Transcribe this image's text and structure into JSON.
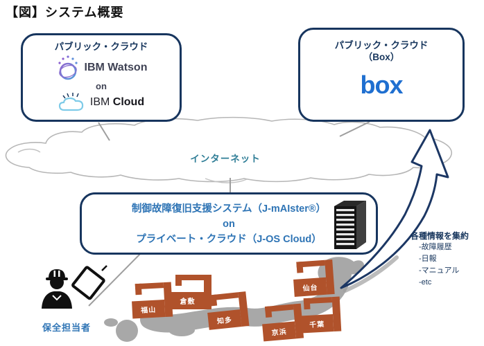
{
  "title": "【図】システム概要",
  "public_cloud_ibm": {
    "label": "パブリック・クラウド",
    "watson": "IBM Watson",
    "on": "on",
    "ibm": "IBM",
    "cloud": "Cloud"
  },
  "public_cloud_box": {
    "label": "パブリック・クラウド",
    "sublabel": "（Box）",
    "logo": "box"
  },
  "internet": {
    "label": "インターネット"
  },
  "private_cloud": {
    "line1": "制御故障復旧支援システム（J-mAIster®）",
    "line2": "on",
    "line3": "プライベート・クラウド（J-OS Cloud）"
  },
  "annotation": {
    "heading": "各種情報を集約",
    "items": [
      "-故障履歴",
      "-日報",
      "-マニュアル",
      "-etc"
    ]
  },
  "map": {
    "factories": [
      {
        "label": "福山"
      },
      {
        "label": "倉敷"
      },
      {
        "label": "知多"
      },
      {
        "label": "京浜"
      },
      {
        "label": "千葉"
      },
      {
        "label": "仙台"
      }
    ]
  },
  "person": {
    "label": "保全担当者"
  },
  "colors": {
    "navy_border": "#17355e",
    "navy_text": "#17365d",
    "blue_text": "#2e74b5",
    "box_blue": "#1f6fd0",
    "internet_teal": "#2e7d96",
    "factory_orange": "#b0522b",
    "map_gray": "#a8a8a8"
  }
}
